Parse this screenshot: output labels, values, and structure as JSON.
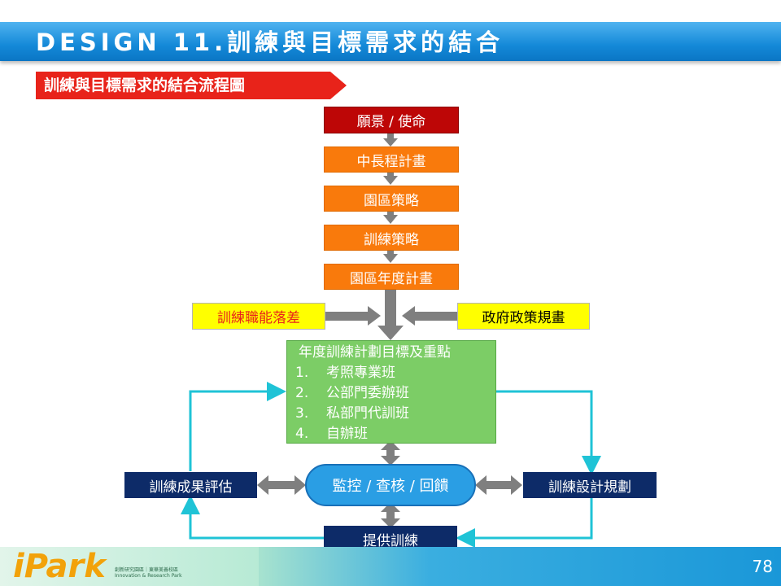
{
  "header": {
    "title": "DESIGN 11.訓練與目標需求的結合"
  },
  "subtitle": "訓練與目標需求的結合流程圖",
  "flow": {
    "vision": "願景 / 使命",
    "long_plan": "中長程計畫",
    "park_strategy": "園區策略",
    "training_strategy": "訓練策略",
    "annual_plan": "園區年度計畫",
    "gap": "訓練職能落差",
    "policy": "政府政策規畫",
    "annual_goals": {
      "title": "年度訓練計劃目標及重點",
      "items": [
        {
          "num": "1.",
          "text": "考照專業班"
        },
        {
          "num": "2.",
          "text": "公部門委辦班"
        },
        {
          "num": "3.",
          "text": "私部門代訓班"
        },
        {
          "num": "4.",
          "text": "自辦班"
        }
      ]
    },
    "evaluation": "訓練成果評估",
    "monitor": "監控 / 查核 / 回饋",
    "design": "訓練設計規劃",
    "deliver": "提供訓練"
  },
  "footer": {
    "logo": "iPark",
    "logo_subtext": "創新研究園區｜東華美善校區",
    "logo_subtext_en": "Innovation & Research Park",
    "page_number": "78"
  },
  "colors": {
    "header_blue": "#1489d8",
    "orange": "#f97a0c",
    "dark_red": "#bd0606",
    "yellow": "#ffff00",
    "green": "#7ccd66",
    "navy": "#0d2b68",
    "cycle_line": "#1fc3d6",
    "arrow_gray": "#7f7f7f"
  }
}
